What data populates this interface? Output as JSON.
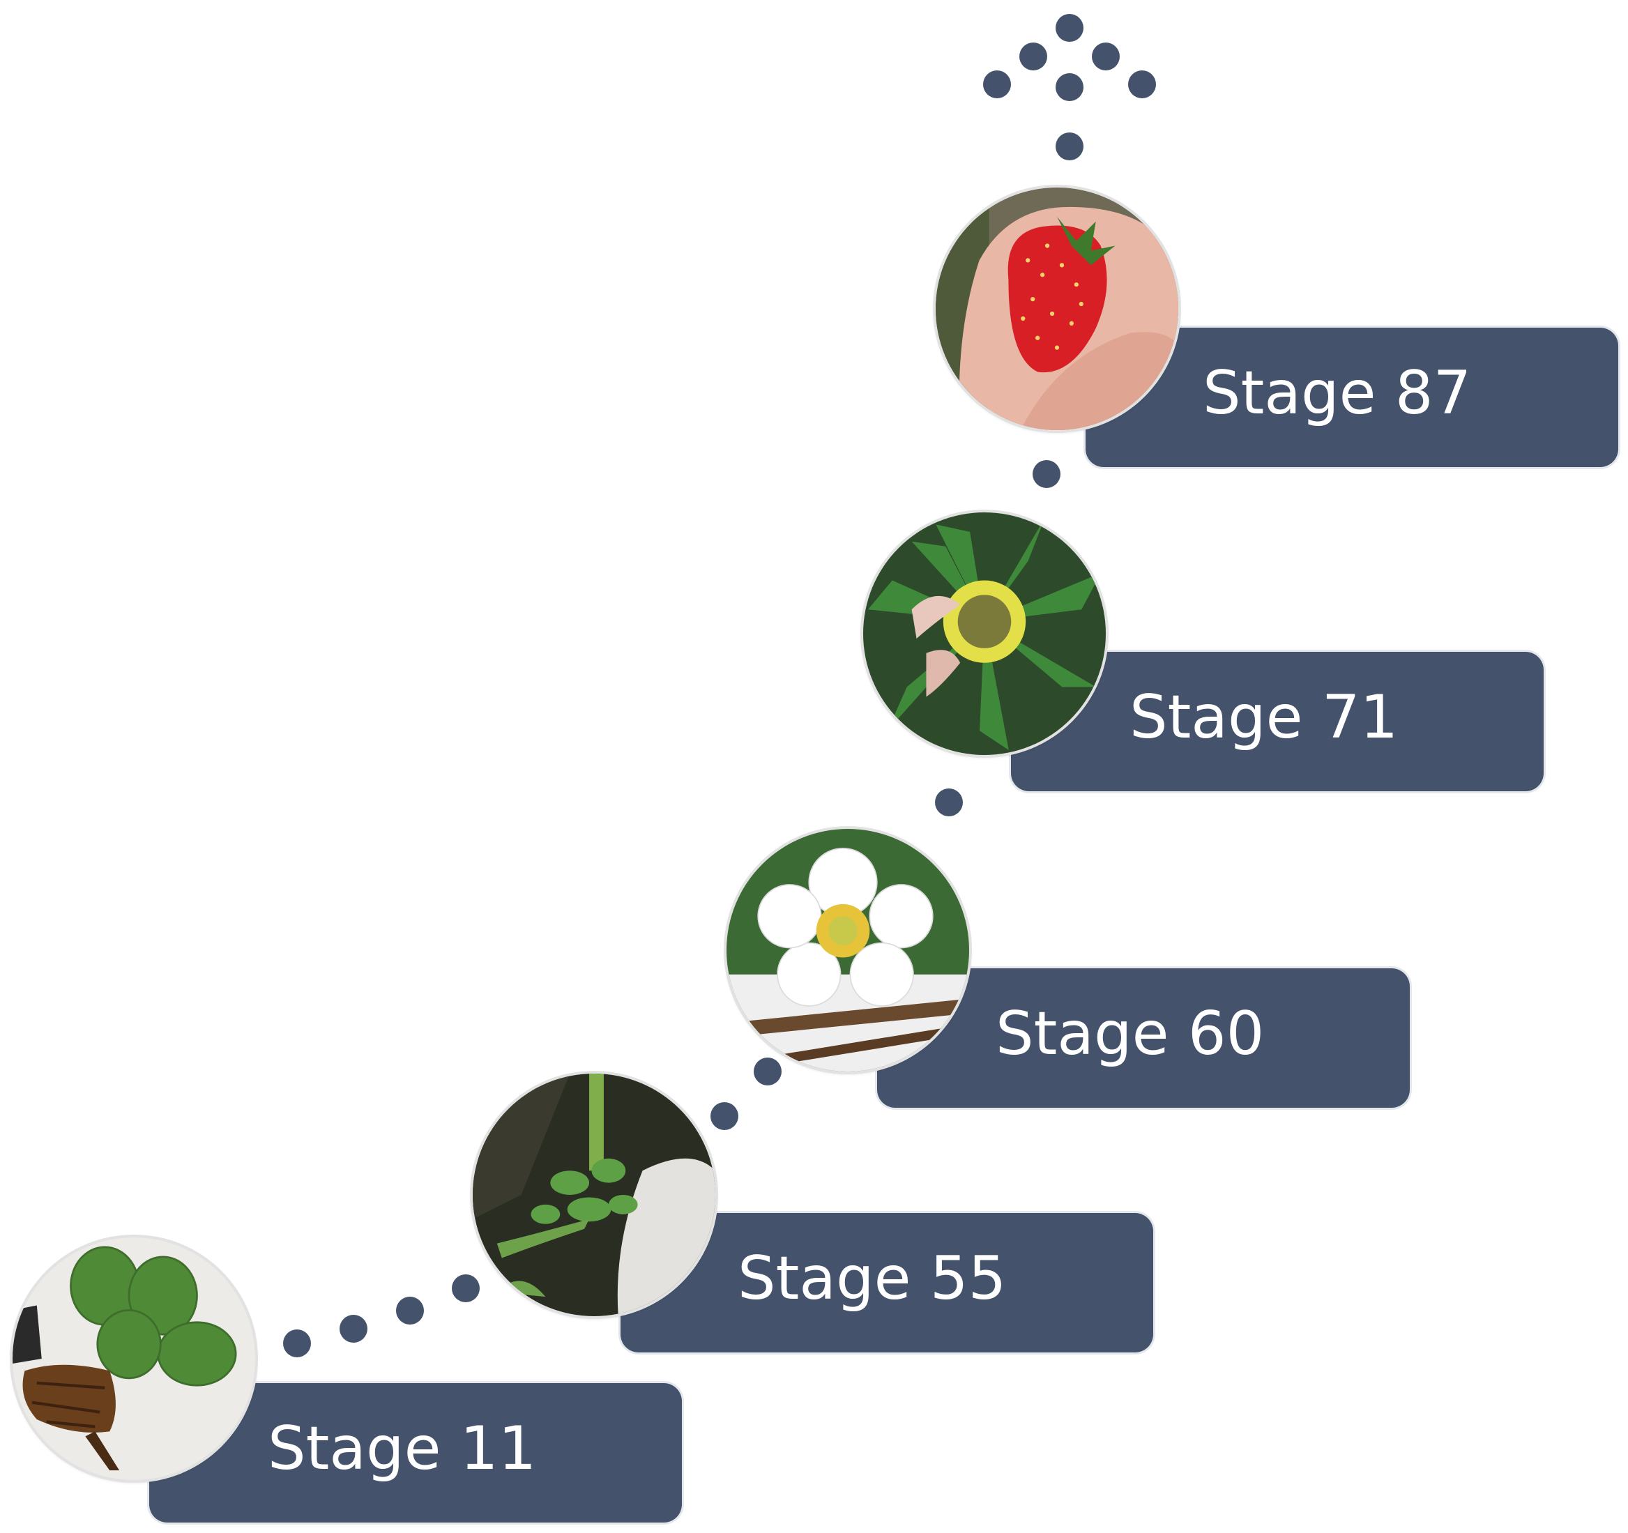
{
  "stages": [
    {
      "label": "Stage 11",
      "image": "strawberry-leaf-seedling"
    },
    {
      "label": "Stage 55",
      "image": "strawberry-flower-buds"
    },
    {
      "label": "Stage 60",
      "image": "strawberry-open-flower"
    },
    {
      "label": "Stage 71",
      "image": "strawberry-fruit-set"
    },
    {
      "label": "Stage 87",
      "image": "ripe-strawberry-in-hand"
    }
  ],
  "colors": {
    "label_fill": "#44526b",
    "label_text": "#ffffff",
    "dots": "#44526b"
  }
}
